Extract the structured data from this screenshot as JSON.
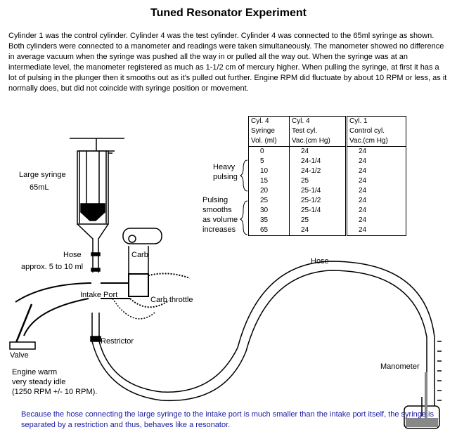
{
  "title": "Tuned Resonator Experiment",
  "intro": "Cylinder 1 was the control cylinder. Cylinder 4 was the test cylinder. Cylinder 4 was connected to the 65ml syringe as shown. Both cylinders were connected to a manometer and readings were taken simultaneously. The manometer showed no difference in average vacuum when the syringe was pushed all the way in or pulled all the way out.  When the syringe was at an intermediate level, the manometer registered as much as 1-1/2 cm of mercury higher.  When pulling the syringe, at first it has a lot of pulsing in the plunger then it smooths out as it's pulled out further.  Engine RPM did fluctuate by about 10 RPM or less, as it normally does, but did not coincide with syringe position or movement.",
  "labels": {
    "syringe": [
      "Large syringe",
      "65mL"
    ],
    "hose_small": [
      "Hose",
      "approx. 5 to 10 ml"
    ],
    "carb": "Carb",
    "intake_port": "Intake Port",
    "carb_throttle": "Carb throttle",
    "restrictor": "Restrictor",
    "valve": "Valve",
    "engine": [
      "Engine warm",
      "very steady idle",
      "(1250 RPM  +/- 10 RPM)."
    ],
    "hose_large": "Hose",
    "manometer": "Manometer",
    "heavy_pulsing": [
      "Heavy",
      "pulsing"
    ],
    "pulsing_smooths": [
      "Pulsing",
      "smooths",
      "as volume",
      "increases"
    ]
  },
  "table": {
    "headers": [
      [
        "Cyl. 4",
        "Syringe",
        "Vol. (ml)"
      ],
      [
        "Cyl. 4",
        "Test cyl.",
        "Vac.(cm Hg)"
      ],
      [
        "Cyl. 1",
        "Control cyl.",
        "Vac.(cm Hg)"
      ]
    ],
    "rows": [
      [
        "0",
        "24",
        "24"
      ],
      [
        "5",
        "24-1/4",
        "24"
      ],
      [
        "10",
        "24-1/2",
        "24"
      ],
      [
        "15",
        "25",
        "24"
      ],
      [
        "20",
        "25-1/4",
        "24"
      ],
      [
        "25",
        "25-1/2",
        "24"
      ],
      [
        "30",
        "25-1/4",
        "24"
      ],
      [
        "35",
        "25",
        "24"
      ],
      [
        "65",
        "24",
        "24"
      ]
    ]
  },
  "note": "Because the hose connecting the large syringe to the intake port is much smaller than the intake port itself, the syringe is separated by a restriction and thus, behaves like a resonator."
}
